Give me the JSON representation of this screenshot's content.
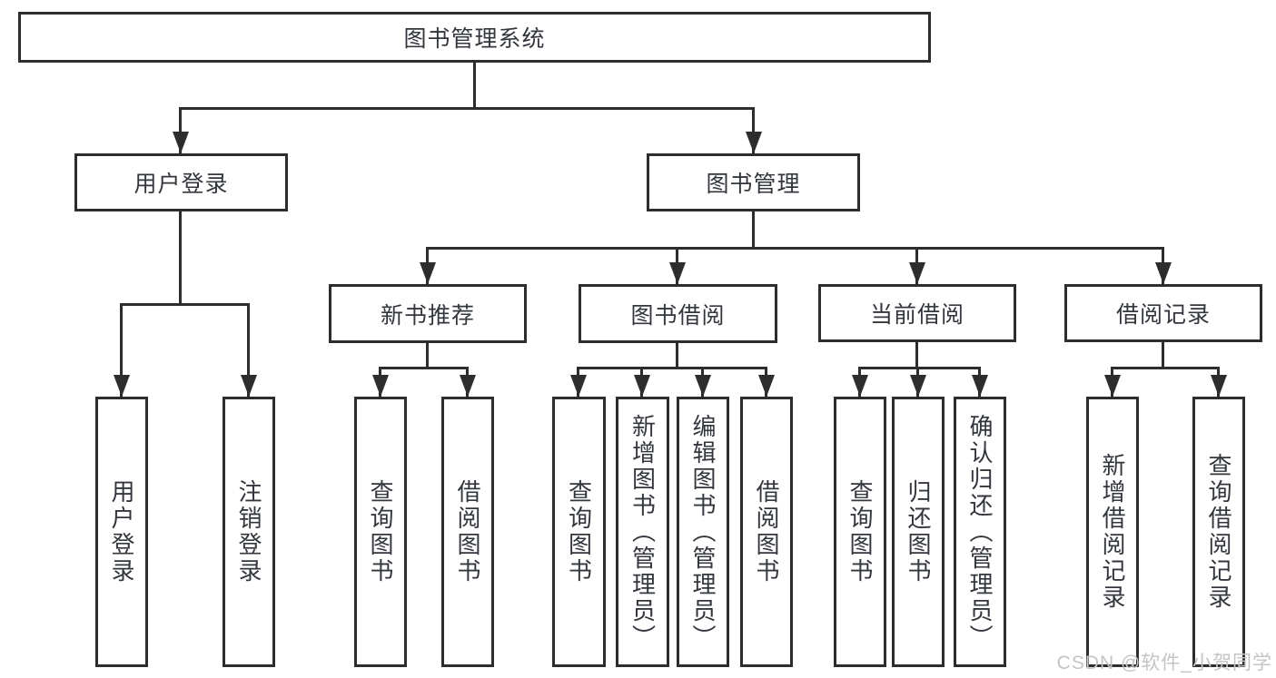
{
  "tree": {
    "label": "图书管理系统",
    "children": [
      {
        "label": "用户登录",
        "children": [
          {
            "label": "用户登录"
          },
          {
            "label": "注销登录"
          }
        ]
      },
      {
        "label": "图书管理",
        "children": [
          {
            "label": "新书推荐",
            "children": [
              {
                "label": "查询图书"
              },
              {
                "label": "借阅图书"
              }
            ]
          },
          {
            "label": "图书借阅",
            "children": [
              {
                "label": "查询图书"
              },
              {
                "label": "新增图书（管理员）"
              },
              {
                "label": "编辑图书（管理员）"
              },
              {
                "label": "借阅图书"
              }
            ]
          },
          {
            "label": "当前借阅",
            "children": [
              {
                "label": "查询图书"
              },
              {
                "label": "归还图书"
              },
              {
                "label": "确认归还（管理员）"
              }
            ]
          },
          {
            "label": "借阅记录",
            "children": [
              {
                "label": "新增借阅记录"
              },
              {
                "label": "查询借阅记录"
              }
            ]
          }
        ]
      }
    ]
  },
  "watermark": {
    "text": "CSDN @软件_小贺同学"
  },
  "colors": {
    "line": "#2d2d2d",
    "text": "#33373d",
    "watermark": "#c4c4c4",
    "background": "#ffffff"
  }
}
